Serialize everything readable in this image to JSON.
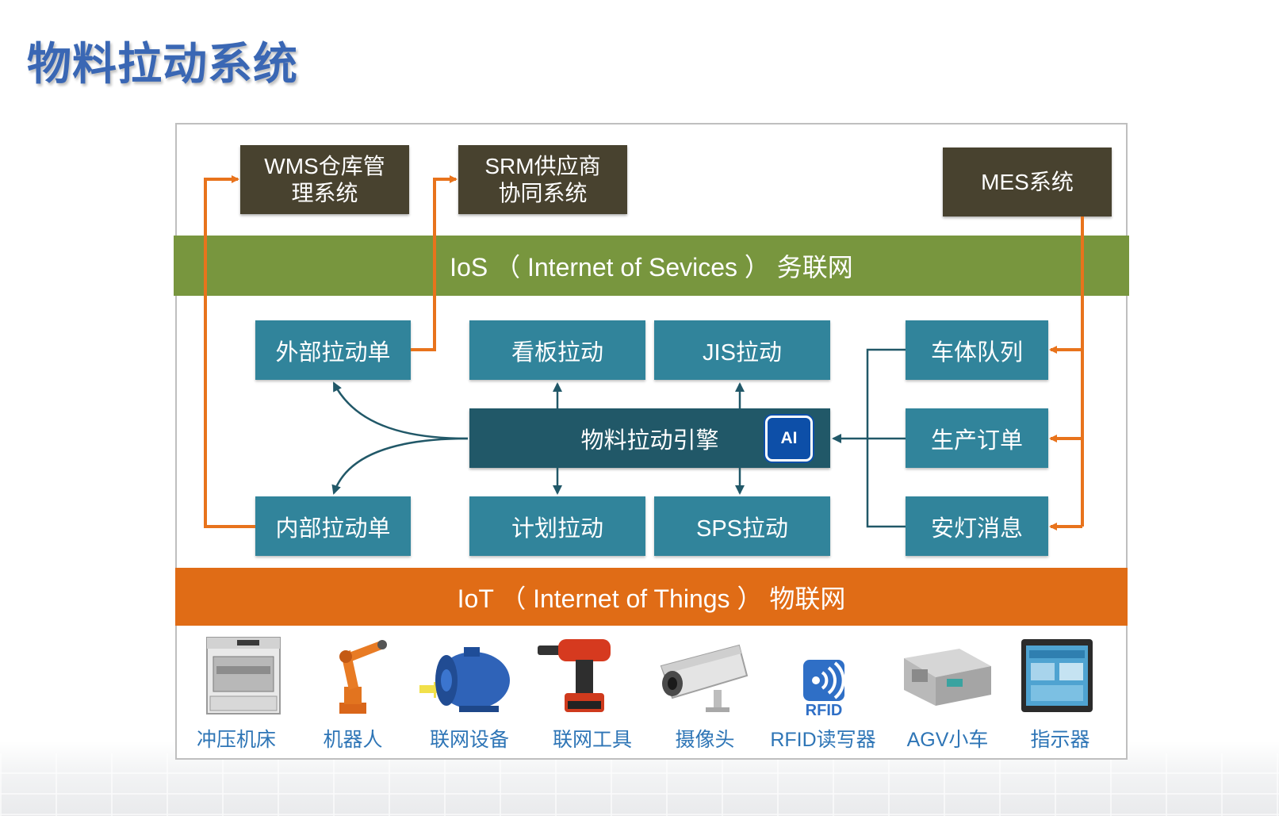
{
  "title": "物料拉动系统",
  "systems": {
    "wms": "WMS仓库管\n理系统",
    "srm": "SRM供应商\n协同系统",
    "mes": "MES系统"
  },
  "ios_band": "IoS （ Internet of Sevices ） 务联网",
  "iot_band": "IoT （ Internet of Things ） 物联网",
  "pull": {
    "external": "外部拉动单",
    "internal": "内部拉动单",
    "kanban": "看板拉动",
    "jis": "JIS拉动",
    "plan": "计划拉动",
    "sps": "SPS拉动"
  },
  "engine": {
    "label": "物料拉动引擎",
    "ai_badge": "AI"
  },
  "triggers": {
    "body_queue": "车体队列",
    "production_order": "生产订单",
    "andon": "安灯消息"
  },
  "devices": [
    {
      "label": "冲压机床",
      "icon": "press-machine-icon"
    },
    {
      "label": "机器人",
      "icon": "robot-arm-icon"
    },
    {
      "label": "联网设备",
      "icon": "motor-icon"
    },
    {
      "label": "联网工具",
      "icon": "power-tool-icon"
    },
    {
      "label": "摄像头",
      "icon": "camera-icon"
    },
    {
      "label": "RFID读写器",
      "icon": "rfid-reader-icon",
      "icon_text": "RFID"
    },
    {
      "label": "AGV小车",
      "icon": "agv-icon"
    },
    {
      "label": "指示器",
      "icon": "indicator-screen-icon"
    }
  ],
  "colors": {
    "title": "#3a67b4",
    "system_box": "#48422f",
    "ios_band": "#78963e",
    "iot_band": "#e06c16",
    "pull_box": "#31849b",
    "engine": "#215868",
    "ai_badge": "#0d4fa8",
    "orange_connector": "#e8731c",
    "teal_connector": "#215868",
    "device_label": "#2e75b6"
  }
}
